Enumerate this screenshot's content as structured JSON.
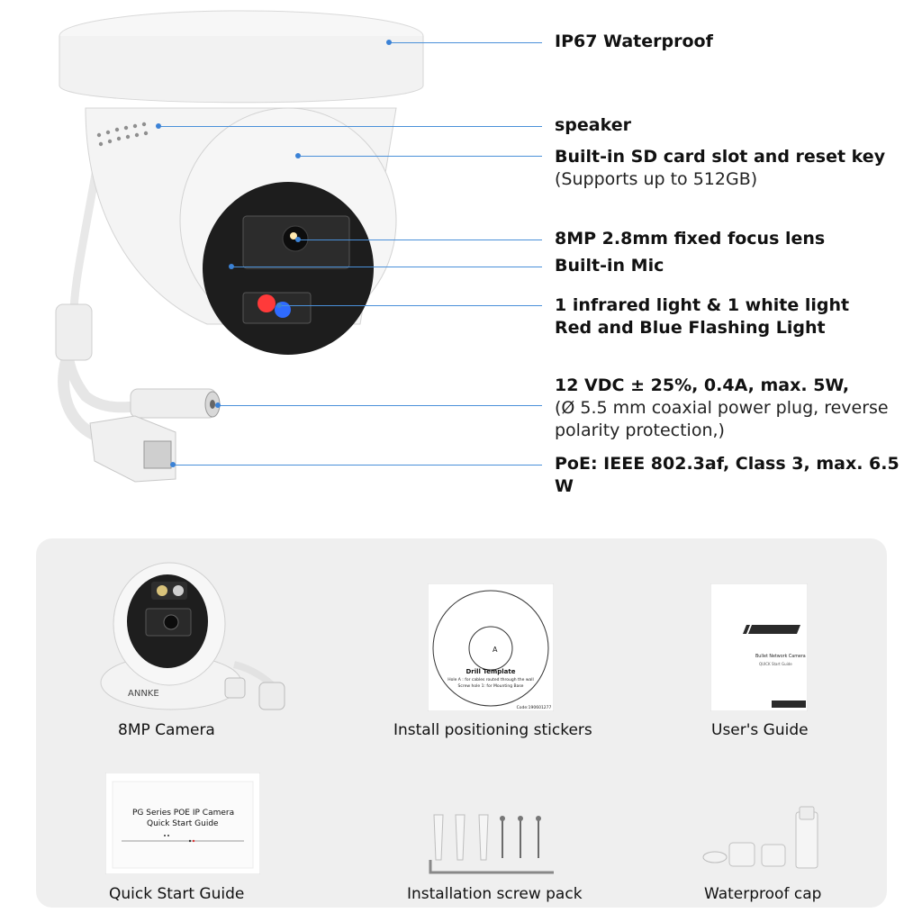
{
  "specs": {
    "ip67": "IP67 Waterproof",
    "speaker": "speaker",
    "sd_slot": "Built-in SD card slot and reset key",
    "sd_sub": "(Supports up to 512GB)",
    "lens": "8MP 2.8mm fixed focus lens",
    "mic": "Built-in Mic",
    "lights": "1 infrared light & 1 white light",
    "flash": "Red and Blue Flashing Light",
    "power": "12 VDC ± 25%, 0.4A, max. 5W,",
    "power_sub1": "(Ø 5.5 mm coaxial power plug, reverse",
    "power_sub2": "polarity protection,)",
    "poe": "PoE: IEEE 802.3af, Class 3, max. 6.5 W"
  },
  "package": {
    "camera": "8MP Camera",
    "stickers": "Install positioning stickers",
    "guide": "User's Guide",
    "quick": "Quick Start Guide",
    "screws": "Installation screw pack",
    "cap": "Waterproof cap"
  },
  "sticker_art": {
    "title": "Drill Template",
    "line1": "Hole A : for cables routed through the wall",
    "line2": "Screw hole 1: for Mounting Base",
    "code": "Code:190601277",
    "hole": "A"
  },
  "guide_art": {
    "title": "Bullet Network Camera",
    "sub": "QUICK Start Guide"
  },
  "quick_art": {
    "line1": "PG Series POE IP Camera",
    "line2": "Quick Start Guide"
  },
  "brand": "ANNKE"
}
